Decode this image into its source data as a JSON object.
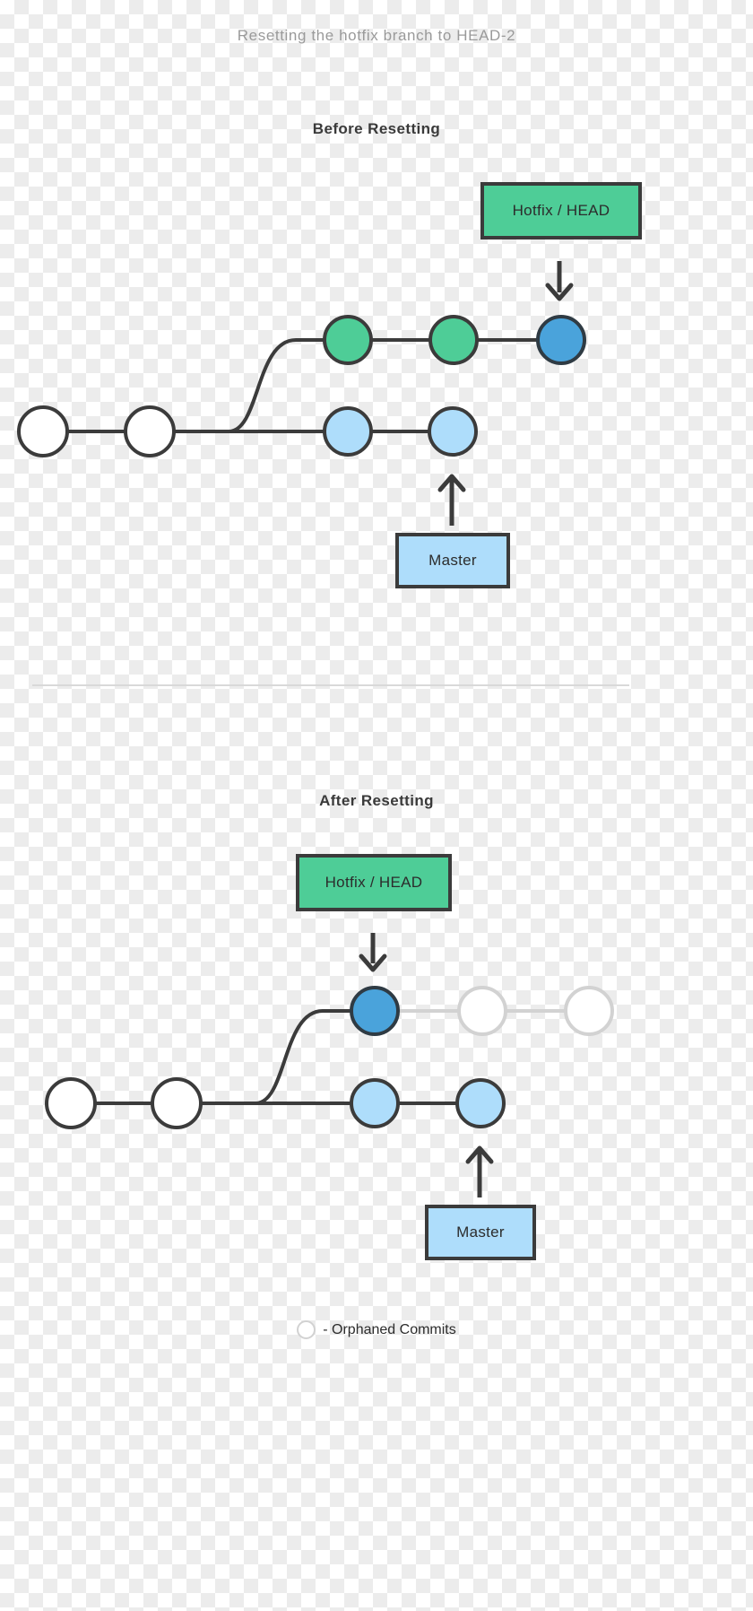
{
  "page": {
    "title": "Resetting the hotfix branch to HEAD-2",
    "title_color": "#9a9a9a",
    "background": "transparent-checkerboard"
  },
  "colors": {
    "green": "#4ECD97",
    "blue_head": "#4AA3DB",
    "blue_light": "#AEDDFB",
    "stroke_dark": "#3b3b3b",
    "orphan_gray": "#d2d2d2",
    "white": "#ffffff",
    "divider": "#d9d9d9"
  },
  "sections": [
    {
      "id": "before",
      "heading": "Before Resetting",
      "labels": {
        "hotfix": "Hotfix / HEAD",
        "master": "Master"
      },
      "branches": {
        "hotfix": {
          "commits": [
            {
              "index": 0,
              "fill": "#4ECD97",
              "state": "active"
            },
            {
              "index": 1,
              "fill": "#4ECD97",
              "state": "active"
            },
            {
              "index": 2,
              "fill": "#4AA3DB",
              "state": "head"
            }
          ]
        },
        "master": {
          "commits": [
            {
              "index": 0,
              "fill": "#ffffff",
              "state": "active"
            },
            {
              "index": 1,
              "fill": "#ffffff",
              "state": "active"
            },
            {
              "index": 2,
              "fill": "#AEDDFB",
              "state": "active"
            },
            {
              "index": 3,
              "fill": "#AEDDFB",
              "state": "active"
            }
          ]
        }
      }
    },
    {
      "id": "after",
      "heading": "After Resetting",
      "labels": {
        "hotfix": "Hotfix / HEAD",
        "master": "Master"
      },
      "branches": {
        "hotfix": {
          "commits": [
            {
              "index": 0,
              "fill": "#4AA3DB",
              "state": "head"
            },
            {
              "index": 1,
              "fill": "#ffffff",
              "state": "orphaned"
            },
            {
              "index": 2,
              "fill": "#ffffff",
              "state": "orphaned"
            }
          ]
        },
        "master": {
          "commits": [
            {
              "index": 0,
              "fill": "#ffffff",
              "state": "active"
            },
            {
              "index": 1,
              "fill": "#ffffff",
              "state": "active"
            },
            {
              "index": 2,
              "fill": "#AEDDFB",
              "state": "active"
            },
            {
              "index": 3,
              "fill": "#AEDDFB",
              "state": "active"
            }
          ]
        }
      }
    }
  ],
  "legend": {
    "text": "- Orphaned Commits",
    "swatch": "orphaned-commit-circle"
  }
}
